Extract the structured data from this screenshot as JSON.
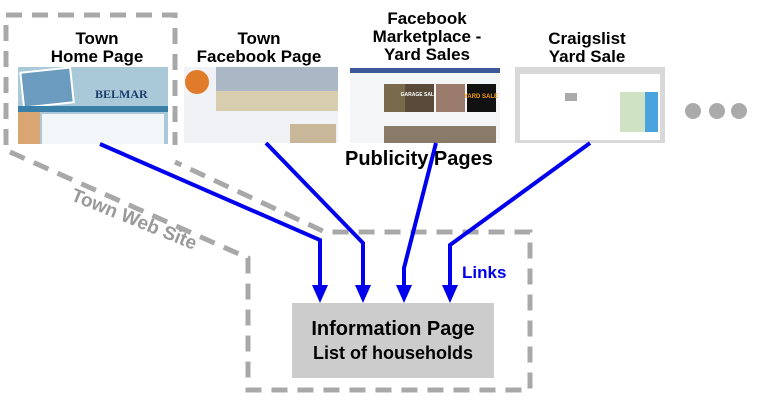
{
  "pages": [
    {
      "lines": [
        "Town",
        "Home Page"
      ],
      "thumb_text": "BELMAR"
    },
    {
      "lines": [
        "Town",
        "Facebook Page"
      ]
    },
    {
      "lines": [
        "Facebook",
        "Marketplace -",
        "Yard Sales"
      ],
      "thumb_text": [
        "GARAGE SALE",
        "YARD SALE"
      ]
    },
    {
      "lines": [
        "Craigslist",
        "Yard Sale"
      ]
    }
  ],
  "group_label": "Publicity Pages",
  "site_label": "Town Web Site",
  "links_label": "Links",
  "info_page": {
    "title": "Information Page",
    "subtitle": "List of households"
  },
  "colors": {
    "arrow": "#0000ee",
    "dash": "#a8a8a8",
    "info_bg": "#cccccc"
  }
}
